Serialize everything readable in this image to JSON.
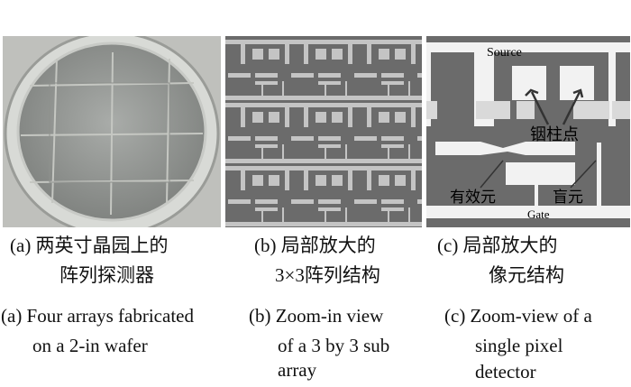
{
  "panels": [
    {
      "id": "a",
      "caption_cn": [
        "(a) 两英寸晶园上的",
        "阵列探测器"
      ],
      "caption_en": [
        "(a) Four arrays fabricated",
        "on a 2-in wafer"
      ]
    },
    {
      "id": "b",
      "caption_cn": [
        "(b) 局部放大的",
        "3×3阵列结构"
      ],
      "caption_en": [
        "(b) Zoom-in view",
        "of a 3 by 3 sub",
        "array"
      ]
    },
    {
      "id": "c",
      "caption_cn": [
        "(c) 局部放大的",
        "像元结构"
      ],
      "caption_en": [
        "(c) Zoom-view of a",
        "single pixel",
        "detector"
      ],
      "labels": {
        "source": "Source",
        "gate": "Gate",
        "indium_bump": "铟柱点",
        "active_pixel": "有效元",
        "blind_pixel": "盲元"
      }
    }
  ],
  "colors": {
    "metal": "#6b6b6b",
    "pad": "#c4c4c4",
    "bg_c": "#f2f2f2"
  }
}
